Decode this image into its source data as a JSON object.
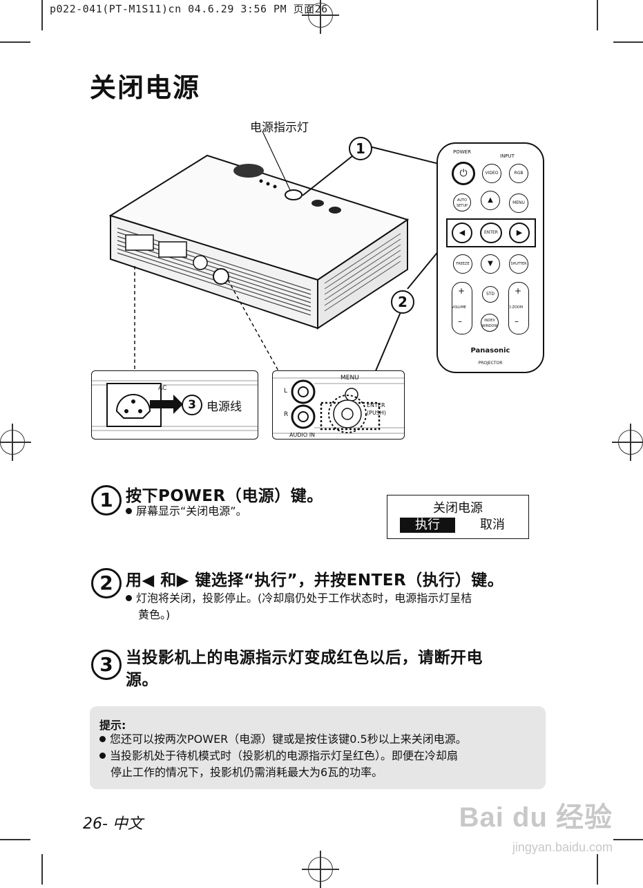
{
  "print_header": "p022-041(PT-M1S11)cn 04.6.29 3:56 PM 页面26",
  "page_title": "关闭电源",
  "diagram": {
    "indicator_label": "电源指示灯",
    "power_cord_label": "电源线",
    "ac_label": "AC",
    "menu_label": "MENU",
    "enter_label": "ENTER",
    "push_label": "(PUSH)",
    "audio_in_label": "AUDIO IN",
    "l_label": "L",
    "r_label": "R",
    "callout_1": "1",
    "callout_2": "2",
    "callout_3": "3"
  },
  "remote": {
    "power": "POWER",
    "input": "INPUT",
    "video": "VIDEO",
    "rgb": "RGB",
    "auto_setup": "AUTO SETUP",
    "menu": "MENU",
    "enter": "ENTER",
    "freeze": "FREEZE",
    "shutter": "SHUTTER",
    "std": "STD",
    "volume": "VOLUME",
    "dzoom": "D.ZOOM",
    "index_window": "INDEX WINDOW",
    "brand": "Panasonic",
    "projector": "PROJECTOR"
  },
  "steps": [
    {
      "num": "1",
      "heading": "按下POWER（电源）键。",
      "bullets": [
        "屏幕显示“关闭电源”。"
      ]
    },
    {
      "num": "2",
      "heading": "用◀ 和▶ 键选择“执行”，并按ENTER（执行）键。",
      "bullets": [
        "灯泡将关闭，投影停止。(冷却扇仍处于工作状态时，电源指示灯呈桔",
        "黄色。)"
      ]
    },
    {
      "num": "3",
      "heading_lines": [
        "当投影机上的电源指示灯变成红色以后，请断开电",
        "源。"
      ]
    }
  ],
  "osd": {
    "title": "关闭电源",
    "execute": "执行",
    "cancel": "取消"
  },
  "hint": {
    "title": "提示:",
    "lines": [
      "您还可以按两次POWER（电源）键或是按住该键0.5秒以上来关闭电源。",
      "当投影机处于待机模式时（投影机的电源指示灯呈红色）。即便在冷却扇",
      "停止工作的情况下，投影机仍需消耗最大为6瓦的功率。"
    ]
  },
  "footer": "26- 中文",
  "watermark": {
    "brand": "Bai du 经验",
    "url": "jingyan.baidu.com"
  }
}
